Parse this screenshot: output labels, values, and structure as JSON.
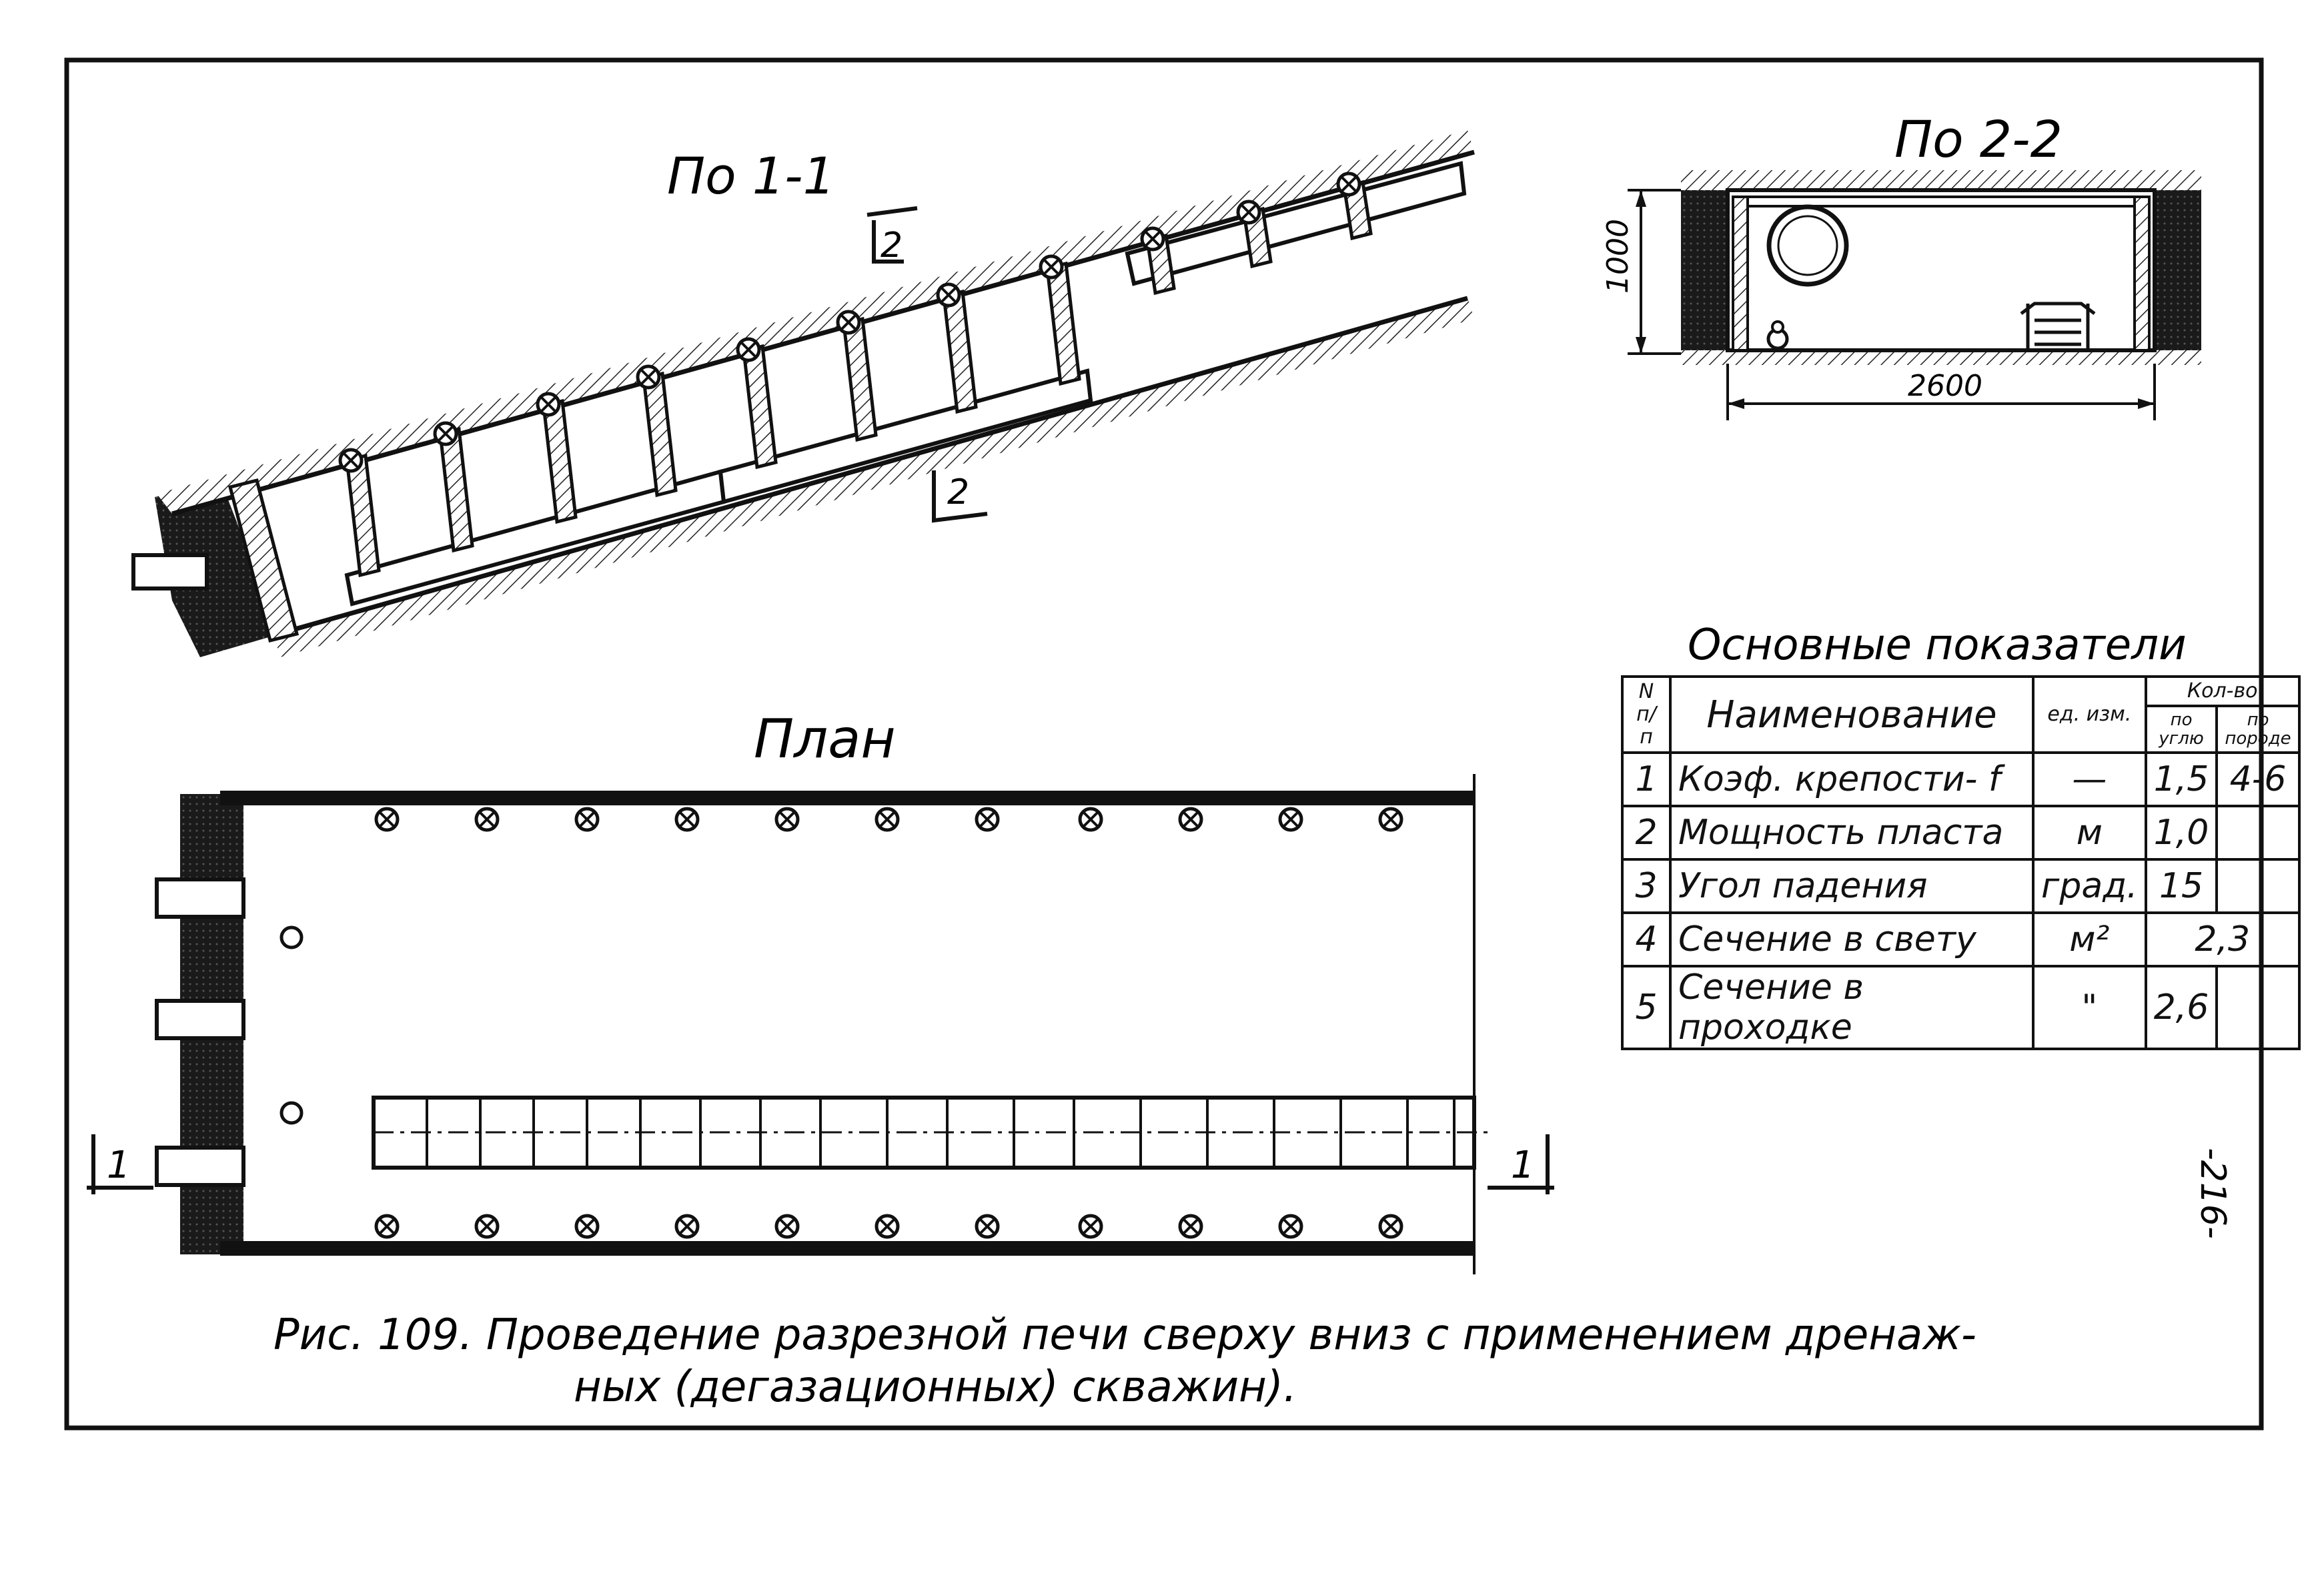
{
  "section_1_1_title": "По 1-1",
  "section_2_2_title": "По 2-2",
  "plan_title": "План",
  "cut_label_2_top": "2",
  "cut_label_2_bottom": "2",
  "cut_label_1_left": "1",
  "cut_label_1_right": "1",
  "dim_height": "1000",
  "dim_width": "2600",
  "table": {
    "title": "Основные показатели",
    "headers": {
      "num": "N п/п",
      "name": "Наименование",
      "unit": "ед. изм.",
      "qty": "Кол-во",
      "qty_coal": "по углю",
      "qty_rock": "по породе"
    },
    "rows": [
      {
        "num": "1",
        "name": "Коэф. крепости- f",
        "unit": "—",
        "coal": "1,5",
        "rock": "4-6"
      },
      {
        "num": "2",
        "name": "Мощность пласта",
        "unit": "м",
        "coal": "1,0",
        "rock": ""
      },
      {
        "num": "3",
        "name": "Угол падения",
        "unit": "град.",
        "coal": "15",
        "rock": ""
      },
      {
        "num": "4",
        "name": "Сечение в свету",
        "unit": "м²",
        "coal": "2,3",
        "rock": null
      },
      {
        "num": "5",
        "name": "Сечение в проходке",
        "unit": "\"",
        "coal": "2,6",
        "rock": ""
      }
    ]
  },
  "caption_line1": "Рис. 109. Проведение разрезной печи сверху вниз с применением дренаж-",
  "caption_line2": "ных (дегазационных) скважин).",
  "page_number": "-216-"
}
